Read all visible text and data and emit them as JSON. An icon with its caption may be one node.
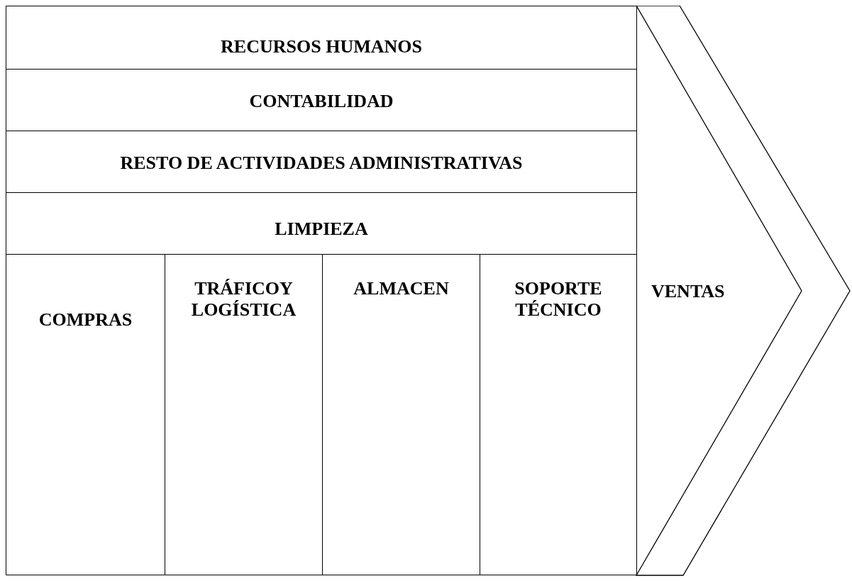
{
  "diagram": {
    "nodes": [
      {
        "text": [
          "RECURSOS HUMANOS"
        ]
      },
      {
        "text": [
          "CONTABILIDAD"
        ]
      },
      {
        "text": [
          "RESTO DE ACTIVIDADES ADMINISTRATIVAS"
        ]
      },
      {
        "text": [
          "LIMPIEZA"
        ]
      },
      {
        "text": [
          "COMPRAS"
        ]
      },
      {
        "text": [
          "TRÁFICOY LOGÍSTICA"
        ]
      },
      {
        "text": [
          "ALMACEN"
        ]
      },
      {
        "text": [
          "SOPORTE TÉCNICO"
        ]
      },
      {
        "text": [
          "VENTAS"
        ]
      }
    ]
  }
}
